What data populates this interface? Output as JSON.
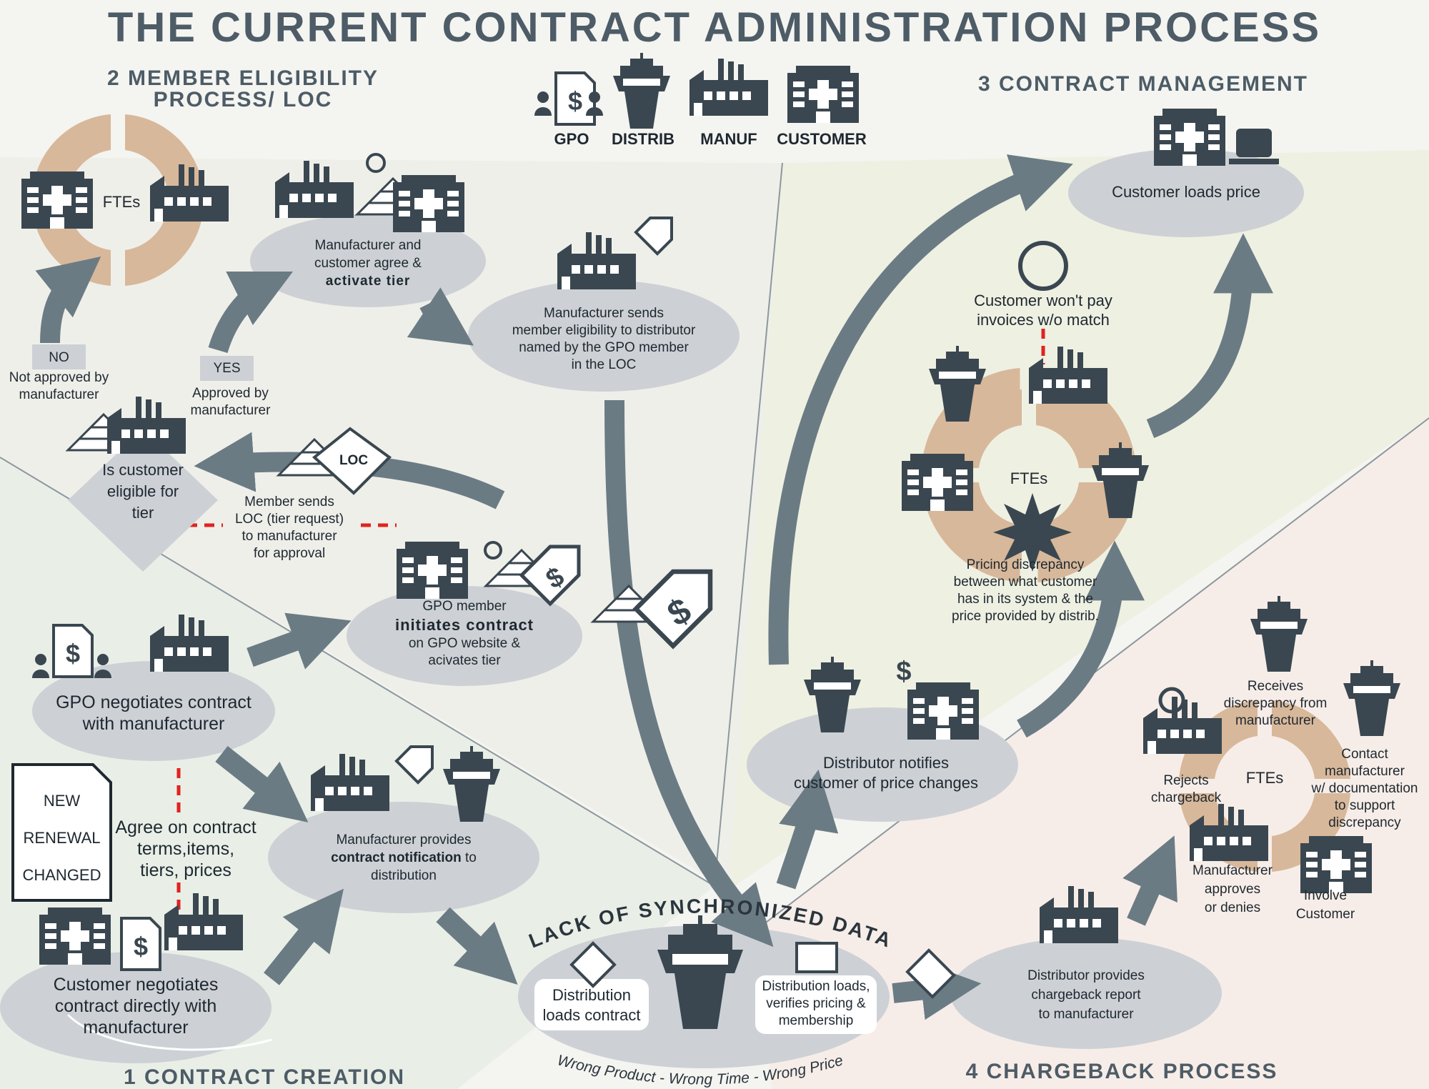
{
  "title": "THE CURRENT CONTRACT ADMINISTRATION PROCESS",
  "sections": {
    "s1": "1 CONTRACT CREATION",
    "s2_line1": "2 MEMBER ELIGIBILITY",
    "s2_line2": "PROCESS/ LOC",
    "s3": "3 CONTRACT MANAGEMENT",
    "s4": "4 CHARGEBACK PROCESS"
  },
  "legend": {
    "gpo": "GPO",
    "distrib": "DISTRIB",
    "manuf": "MANUF",
    "customer": "CUSTOMER"
  },
  "contract_creation": {
    "new": "NEW",
    "renewal": "RENEWAL",
    "changed": "CHANGED",
    "gpo_neg_1": "GPO negotiates contract",
    "gpo_neg_2": "with manufacturer",
    "agree_1": "Agree on contract",
    "agree_2": "terms,items,",
    "agree_3": "tiers, prices",
    "cust_neg_1": "Customer negotiates",
    "cust_neg_2": "contract directly with",
    "cust_neg_3": "manufacturer",
    "mfr_prov_1": "Manufacturer provides",
    "mfr_prov_2": "contract notification",
    "mfr_prov_3": "to",
    "mfr_prov_4": "distribution"
  },
  "eligibility": {
    "ftes": "FTEs",
    "no": "NO",
    "no_desc_1": "Not approved by",
    "no_desc_2": "manufacturer",
    "yes": "YES",
    "yes_desc_1": "Approved by",
    "yes_desc_2": "manufacturer",
    "activate_1": "Manufacturer and",
    "activate_2": "customer agree &",
    "activate_3": "activate tier",
    "sends_1": "Manufacturer sends",
    "sends_2": "member eligibility to distributor",
    "sends_3": "named by the GPO member",
    "sends_4": "in the LOC",
    "eligible_1": "Is customer",
    "eligible_2": "eligible for",
    "eligible_3": "tier",
    "loc": "LOC",
    "loc_1": "Member sends",
    "loc_2": "LOC (tier request)",
    "loc_3": "to manufacturer",
    "loc_4": "for approval",
    "gpo_init_1": "GPO member",
    "gpo_init_2": "initiates contract",
    "gpo_init_3": "on GPO website &",
    "gpo_init_4": "acivates tier"
  },
  "sync": {
    "arc_text": "LACK OF SYNCHRONIZED DATA",
    "dist_loads_1": "Distribution",
    "dist_loads_2": "loads contract",
    "verifies_1": "Distribution loads,",
    "verifies_2": "verifies pricing &",
    "verifies_3": "membership",
    "bottom": "Wrong Product  -  Wrong Time  -  Wrong Price"
  },
  "management": {
    "cust_loads": "Customer loads price",
    "wont_pay_1": "Customer won't pay",
    "wont_pay_2": "invoices w/o match",
    "ftes": "FTEs",
    "disc_1": "Pricing discrepancy",
    "disc_2": "between what customer",
    "disc_3": "has in its system & the",
    "disc_4": "price provided by distrib.",
    "notifies_1": "Distributor notifies",
    "notifies_2": "customer of price changes"
  },
  "chargeback": {
    "receives_1": "Receives",
    "receives_2": "discrepancy from",
    "receives_3": "manufacturer",
    "contact_1": "Contact",
    "contact_2": "manufacturer",
    "contact_3": "w/ documentation",
    "contact_4": "to support",
    "contact_5": "discrepancy",
    "ftes": "FTEs",
    "rejects_1": "Rejects",
    "rejects_2": "chargeback",
    "approves_1": "Manufacturer",
    "approves_2": "approves",
    "approves_3": "or denies",
    "involve_1": "Involve",
    "involve_2": "Customer",
    "report_1": "Distributor provides",
    "report_2": "chargeback report",
    "report_3": "to manufacturer"
  },
  "colors": {
    "icon": "#3a4750",
    "arrow": "#6b7b84",
    "ellipse": "#cdd1d5",
    "fte": "#d8b89a",
    "dash": "#e0231f"
  }
}
